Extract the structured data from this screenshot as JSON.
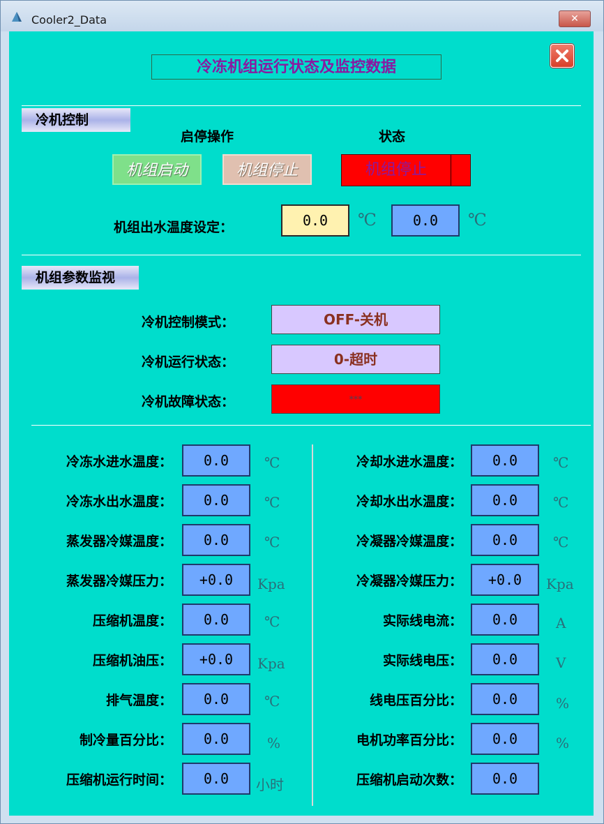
{
  "window": {
    "title": "Cooler2_Data",
    "close_glyph": "✕"
  },
  "dialog": {
    "title": "冷冻机组运行状态及监控数据"
  },
  "control": {
    "section": "冷机控制",
    "start_stop_header": "启停操作",
    "status_header": "状态",
    "start_button": "机组启动",
    "stop_button": "机组停止",
    "status_value": "机组停止",
    "setpoint_label": "机组出水温度设定：",
    "setpoint_input": "0.0",
    "setpoint_display": "0.0",
    "unit_c": "℃"
  },
  "monitor": {
    "section": "机组参数监视",
    "mode_label": "冷机控制模式：",
    "mode_value": "OFF-关机",
    "run_label": "冷机运行状态：",
    "run_value": "0-超时",
    "fault_label": "冷机故障状态：",
    "fault_value": "***"
  },
  "params": {
    "left": [
      {
        "label": "冷冻水进水温度：",
        "value": "0.0",
        "unit": "℃"
      },
      {
        "label": "冷冻水出水温度：",
        "value": "0.0",
        "unit": "℃"
      },
      {
        "label": "蒸发器冷媒温度：",
        "value": "0.0",
        "unit": "℃"
      },
      {
        "label": "蒸发器冷媒压力：",
        "value": "+0.0",
        "unit": "Kpa"
      },
      {
        "label": "压缩机温度：",
        "value": "0.0",
        "unit": "℃"
      },
      {
        "label": "压缩机油压：",
        "value": "+0.0",
        "unit": "Kpa"
      },
      {
        "label": "排气温度：",
        "value": "0.0",
        "unit": "℃"
      },
      {
        "label": "制冷量百分比：",
        "value": "0.0",
        "unit": "%"
      },
      {
        "label": "压缩机运行时间：",
        "value": "0.0",
        "unit": "小时"
      }
    ],
    "right": [
      {
        "label": "冷却水进水温度：",
        "value": "0.0",
        "unit": "℃"
      },
      {
        "label": "冷却水出水温度：",
        "value": "0.0",
        "unit": "℃"
      },
      {
        "label": "冷凝器冷媒温度：",
        "value": "0.0",
        "unit": "℃"
      },
      {
        "label": "冷凝器冷媒压力：",
        "value": "+0.0",
        "unit": "Kpa"
      },
      {
        "label": "实际线电流：",
        "value": "0.0",
        "unit": "A"
      },
      {
        "label": "实际线电压：",
        "value": "0.0",
        "unit": "V"
      },
      {
        "label": "线电压百分比：",
        "value": "0.0",
        "unit": "%"
      },
      {
        "label": "电机功率百分比：",
        "value": "0.0",
        "unit": "%"
      },
      {
        "label": "压缩机启动次数：",
        "value": "0.0",
        "unit": ""
      }
    ]
  }
}
